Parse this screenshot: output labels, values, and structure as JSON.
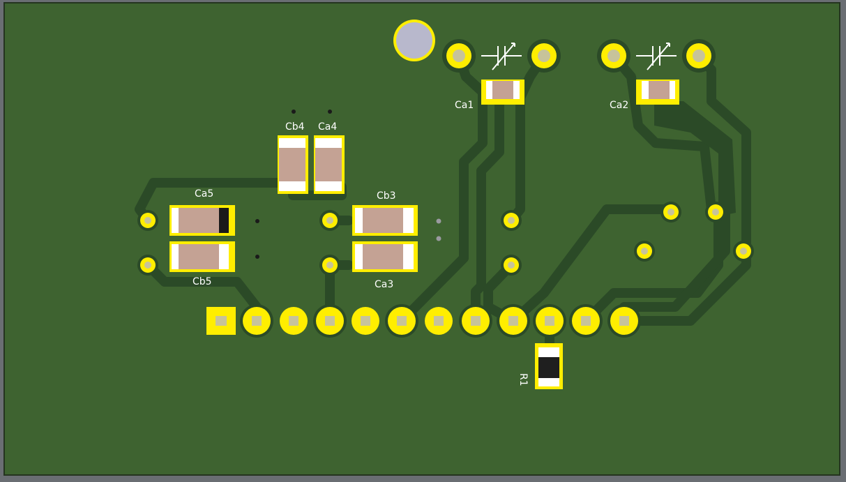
{
  "board": {
    "colors": {
      "background": "#6a6e73",
      "substrate": "#3e6330",
      "trace": "#2b4a27",
      "pad": "#ffee00",
      "drill": "#c7c39a",
      "mounting_hole": "#b8b8cc",
      "silk": "#ffffff",
      "cap_body": "#c4a294",
      "cap_end": "#ffffff",
      "resistor_body": "#1f1f1f"
    },
    "components": {
      "ca1": "Ca1",
      "ca2": "Ca2",
      "ca3": "Ca3",
      "ca4": "Ca4",
      "ca5": "Ca5",
      "cb3": "Cb3",
      "cb4": "Cb4",
      "cb5": "Cb5",
      "r1": "R1"
    },
    "symbols": {
      "trimmer": "variable-capacitor-icon"
    }
  }
}
